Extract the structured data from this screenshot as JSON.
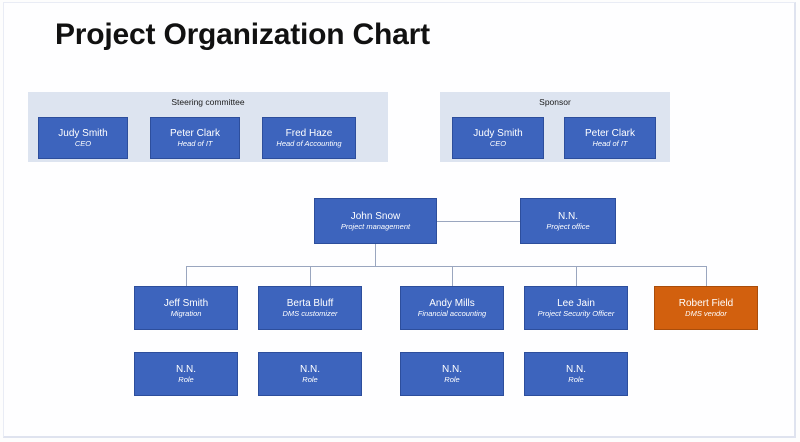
{
  "chart_data": {
    "type": "diagram",
    "title": "Project Organization Chart",
    "groups": [
      {
        "label": "Steering committee",
        "members": [
          {
            "name": "Judy Smith",
            "role": "CEO"
          },
          {
            "name": "Peter Clark",
            "role": "Head of IT"
          },
          {
            "name": "Fred Haze",
            "role": "Head of Accounting"
          }
        ]
      },
      {
        "label": "Sponsor",
        "members": [
          {
            "name": "Judy Smith",
            "role": "CEO"
          },
          {
            "name": "Peter Clark",
            "role": "Head of IT"
          }
        ]
      }
    ],
    "management": [
      {
        "name": "John Snow",
        "role": "Project management"
      },
      {
        "name": "N.N.",
        "role": "Project office"
      }
    ],
    "team_leads": [
      {
        "name": "Jeff Smith",
        "role": "Migration",
        "type": "internal"
      },
      {
        "name": "Berta Bluff",
        "role": "DMS customizer",
        "type": "internal"
      },
      {
        "name": "Andy Mills",
        "role": "Financial accounting",
        "type": "internal"
      },
      {
        "name": "Lee Jain",
        "role": "Project Security Officer",
        "type": "internal"
      },
      {
        "name": "Robert Field",
        "role": "DMS vendor",
        "type": "vendor"
      }
    ],
    "team_members": [
      {
        "name": "N.N.",
        "role": "Role"
      },
      {
        "name": "N.N.",
        "role": "Role"
      },
      {
        "name": "N.N.",
        "role": "Role"
      },
      {
        "name": "N.N.",
        "role": "Role"
      }
    ],
    "colors": {
      "node_fill": "#3d64bd",
      "node_border": "#2d4e9c",
      "vendor_fill": "#d2600e",
      "vendor_border": "#a94d0b",
      "panel_fill": "#dde4f0",
      "connector": "#9aa6bf",
      "title_color": "#111111",
      "background": "#fdfdfd"
    }
  }
}
